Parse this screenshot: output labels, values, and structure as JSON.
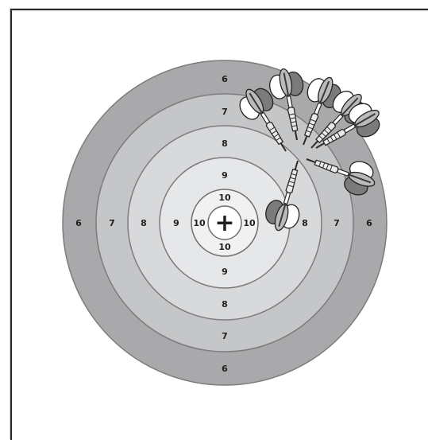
{
  "target": {
    "ring_labels": {
      "r6": "6",
      "r7": "7",
      "r8": "8",
      "r9": "9",
      "r10": "10"
    },
    "ring_colors": {
      "r6": "#a9a9ab",
      "r7": "#c5c6c8",
      "r8": "#d8d9da",
      "r9": "#e6e7e8",
      "r10": "#f1f1f2",
      "center": "#ffffff",
      "stroke": "#7c7c7e"
    },
    "center_mark": "+",
    "darts_count_in_image": 7
  }
}
